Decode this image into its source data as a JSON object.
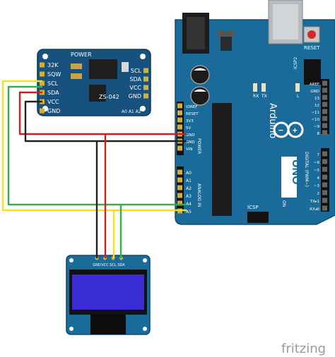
{
  "rtc_module": {
    "title": "POWER",
    "pins_left": [
      "32K",
      "SQW",
      "SCL",
      "SDA",
      "VCC",
      "GND"
    ],
    "pins_right": [
      "SCL",
      "SDA",
      "VCC",
      "GND"
    ],
    "chip_label": "ZS-042",
    "addr_pins": "A0 A1 A2"
  },
  "arduino": {
    "reset_label": "RESET",
    "icsp2_label": "ICSP2",
    "icsp_label": "ICSP",
    "brand": "Arduino",
    "model": "UNO",
    "power_section": "POWER",
    "analog_section": "ANALOG IN",
    "digital_section": "DIGITAL (PWM~)",
    "on_label": "ON",
    "rx_label": "RX",
    "tx_label": "TX",
    "l_label": "L",
    "power_pins": [
      "IOREF",
      "RESET",
      "3V3",
      "5V",
      "GND",
      "GND",
      "VIN"
    ],
    "analog_pins": [
      "A0",
      "A1",
      "A2",
      "A3",
      "A4",
      "A5"
    ],
    "digital_pins_top": [
      "AREF",
      "GND",
      "13",
      "12",
      "~11",
      "~10",
      "~9",
      "8"
    ],
    "digital_pins_bottom": [
      "7",
      "~6",
      "~5",
      "4",
      "~3",
      "2",
      "TX▸1",
      "RX◂0"
    ]
  },
  "oled": {
    "pin_labels": [
      "GND",
      "VCC",
      "SCL",
      "SDA"
    ]
  },
  "watermark": "fritzing",
  "colors": {
    "board_blue": "#1a6b9a",
    "rtc_blue": "#17527e",
    "wire_red": "#cc1f1f",
    "wire_black": "#222222",
    "wire_yellow": "#f2e21b",
    "wire_green": "#2fb24a",
    "oled_screen": "#3a2dd6"
  }
}
